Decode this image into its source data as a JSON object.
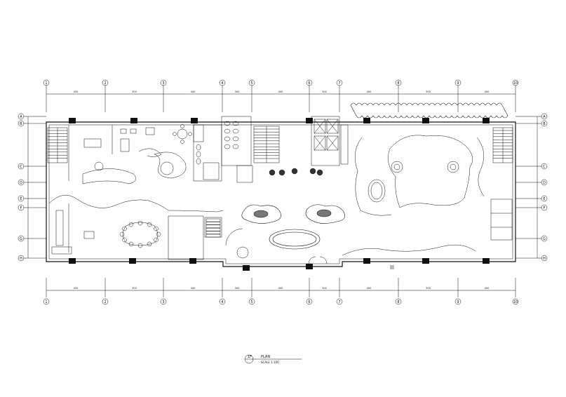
{
  "drawing": {
    "title_number": "1F",
    "title": "PLAN",
    "scale": "SCALE 1:100"
  },
  "axes_vertical": [
    "1",
    "2",
    "3",
    "4",
    "5",
    "6",
    "7",
    "8",
    "9",
    "10"
  ],
  "axes_horizontal": [
    "A",
    "B",
    "C",
    "D",
    "E",
    "F",
    "G",
    "H"
  ],
  "dimension_label_a": "400",
  "dimension_label_b": "300",
  "colors": {
    "line": "#111111",
    "hatch": "#555555",
    "paper": "#ffffff",
    "marker": "#bbbbbb"
  },
  "icons": [
    "stair-icon",
    "table-icon",
    "chair-icon",
    "plant-icon",
    "door-icon",
    "water-feature-icon"
  ]
}
